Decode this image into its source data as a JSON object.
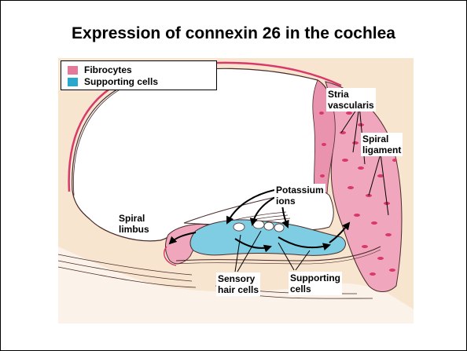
{
  "title": "Expression of connexin 26 in the cochlea",
  "legend": {
    "items": [
      {
        "label": "Fibrocytes",
        "color": "#e5799a"
      },
      {
        "label": "Supporting cells",
        "color": "#2aa8cc"
      }
    ]
  },
  "labels": {
    "stria": [
      "Stria",
      "vascularis"
    ],
    "spiral_ligament": [
      "Spiral",
      "ligament"
    ],
    "potassium": [
      "Potassium",
      "ions"
    ],
    "spiral_limbus": [
      "Spiral",
      "limbus"
    ],
    "sensory": [
      "Sensory",
      "hair cells"
    ],
    "supporting": [
      "Supporting",
      "cells"
    ]
  },
  "colors": {
    "background": "#f7e5cf",
    "fibrocyte_fill": "#f0a7bd",
    "fibrocyte_cell": "#d9386a",
    "supporting_fill": "#7ecde3",
    "outline": "#4a2a2a",
    "arrow": "#000000"
  },
  "icons": [
    "fibrocytes-swatch-icon",
    "supporting-cells-swatch-icon",
    "arrow-icon"
  ]
}
